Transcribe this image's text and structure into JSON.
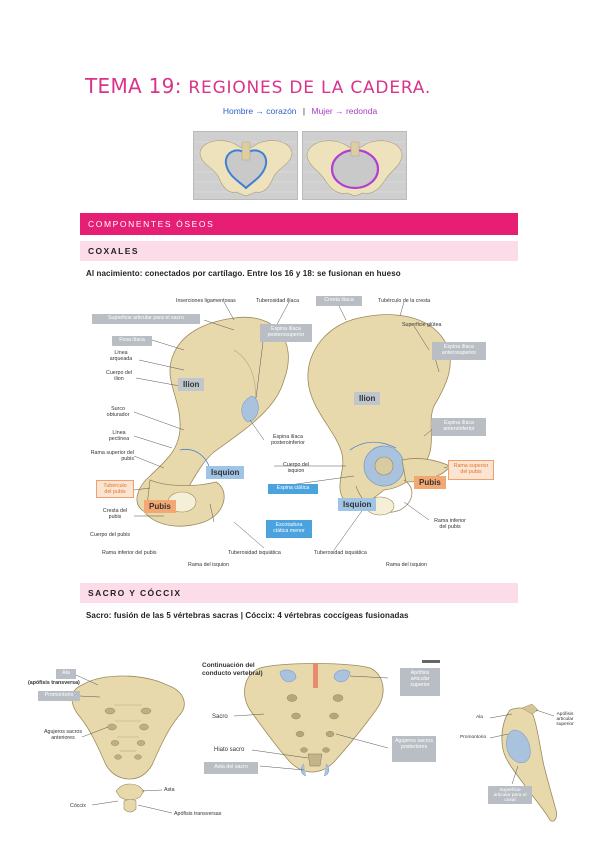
{
  "title": {
    "main": "TEMA 19:",
    "rest": "REGIONES DE LA CADERA."
  },
  "legend": {
    "hombre": "Hombre → corazón",
    "sep": "|",
    "mujer": "Mujer → redonda"
  },
  "sections": {
    "componentes": "COMPONENTES ÓSEOS",
    "coxales": "COXALES",
    "sacro": "SACRO Y CÓCCIX"
  },
  "texts": {
    "coxales_note": "Al nacimiento: conectados por cartílago. Entre los 16 y 18: se fusionan en hueso",
    "sacro_note": "Sacro: fusión de las 5 vértebras sacras | Cóccix: 4 vértebras coccígeas fusionadas"
  },
  "hip_labels": {
    "inserciones": "Inserciones ligamentosas",
    "tuberosidad_iliaca": "Tuberosidad ilíaca",
    "cresta_iliaca": "Cresta ilíaca",
    "tuberculo_cresta": "Tubérculo de la cresta",
    "superficie_articular": "Superficie articular para el sacro",
    "espina_post_sup": "Espina ilíaca posterosuperior",
    "superficie_glutea": "Superficie glútea",
    "fosa_iliaca": "Fosa ilíaca",
    "linea_arqueada": "Línea arqueada",
    "cuerpo_ilion": "Cuerpo del ilion",
    "ilion_1": "Ilion",
    "ilion_2": "Ilion",
    "espina_ant_sup": "Espina ilíaca anterosuperior",
    "surco_obturador": "Surco obturador",
    "linea_pectinea": "Línea pectínea",
    "espina_post_inf": "Espina ilíaca posteroinferior",
    "espina_ant_inf": "Espina ilíaca anteroinferior",
    "rama_sup_pubis_l": "Rama superior del pubis",
    "isquion_1": "Isquion",
    "isquion_2": "Isquion",
    "cuerpo_isquion": "Cuerpo del isquion",
    "rama_sup_pubis_r": "Rama superior del pubis",
    "tuberculo_pubis": "Tubérculo del pubis",
    "espina_ciatica": "Espina ciática",
    "pubis_1": "Pubis",
    "pubis_2": "Pubis",
    "cresta_pubis": "Cresta del pubis",
    "escotadura": "Escotadura ciática menor",
    "rama_inf_pubis_r": "Rama inferior del pubis",
    "cuerpo_pubis": "Cuerpo del pubis",
    "rama_inf_pubis_l": "Rama inferior del pubis",
    "tuberosidad_isq_1": "Tuberosidad isquiática",
    "tuberosidad_isq_2": "Tuberosidad isquiática",
    "rama_isquion_1": "Rama del isquion",
    "rama_isquion_2": "Rama del isquion"
  },
  "sacrum_labels": {
    "ala": "Ala",
    "apofisis_transversa": "(apófisis transversa)",
    "promontorio": "Promontorio",
    "agujeros_anteriores": "Agujeros sacros anteriores",
    "coccix": "Cóccix",
    "asta": "Asta",
    "apofisis_transversas": "Apófisis transversas",
    "continuacion": "Continuación del conducto vertebral)",
    "apofisis_articular_superior": "Apófisis articular superior",
    "sacro": "Sacro",
    "hiato_sacro": "Hiato sacro",
    "asta_sacro": "Asta del sacro",
    "agujeros_posteriores": "Agujeros sacros posteriores",
    "ala_lat": "Ala",
    "apofisis_lat": "Apófisis articular superior",
    "promontorio_lat": "Promontorio",
    "superficie_coxal": "Superficie articular para el coxal"
  },
  "colors": {
    "title_pink": "#d9338a",
    "section_bar": "#e61f75",
    "sub_bar": "#fbdce8",
    "bone": "#e8d9ad",
    "cartilage_blue": "#9fc4e6",
    "pubis_orange": "#f3a873"
  }
}
